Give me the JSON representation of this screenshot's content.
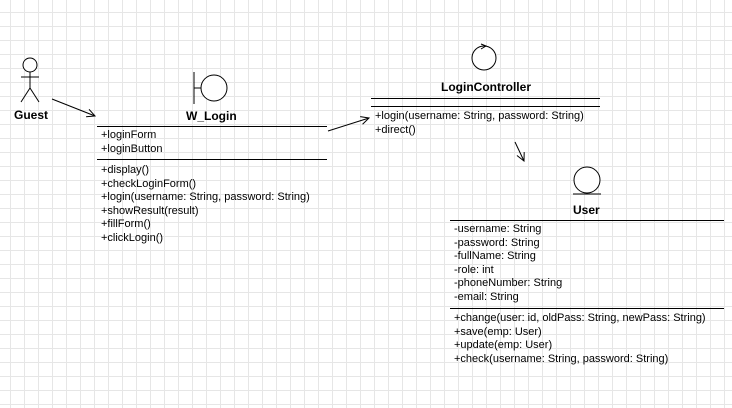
{
  "actor": {
    "name": "Guest"
  },
  "boundary": {
    "name": "W_Login",
    "attributes": [
      "+loginForm",
      "+loginButton"
    ],
    "methods": [
      "+display()",
      "+checkLoginForm()",
      "+login(username: String, password: String)",
      "+showResult(result)",
      "+fillForm()",
      "+clickLogin()"
    ]
  },
  "controller": {
    "name": "LoginController",
    "attributes": [],
    "methods": [
      "+login(username: String, password: String)",
      "+direct()"
    ]
  },
  "entity": {
    "name": "User",
    "attributes": [
      "-username: String",
      "-password: String",
      "-fullName: String",
      "-role: int",
      "-phoneNumber: String",
      "-email: String"
    ],
    "methods": [
      "+change(user: id, oldPass: String, newPass: String)",
      "+save(emp: User)",
      "+update(emp: User)",
      "+check(username: String, password: String)"
    ]
  }
}
